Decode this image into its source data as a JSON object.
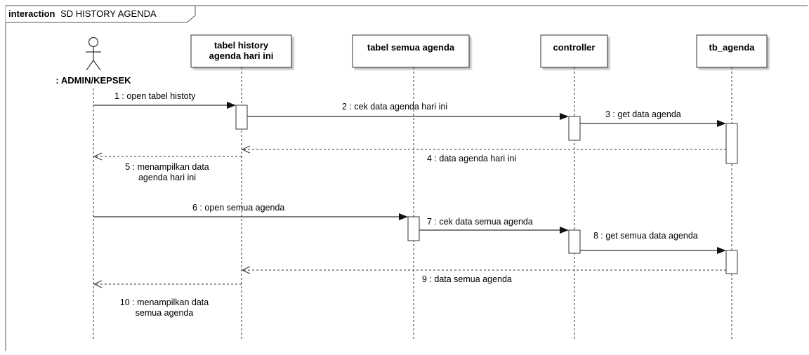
{
  "frame": {
    "keyword": "interaction",
    "name": "SD HISTORY AGENDA"
  },
  "actor": {
    "name": ": ADMIN/KEPSEK"
  },
  "lifelines": [
    {
      "id": "ui_history",
      "label_lines": [
        "tabel history",
        "agenda hari ini"
      ]
    },
    {
      "id": "ui_semua",
      "label_lines": [
        "tabel semua agenda"
      ]
    },
    {
      "id": "controller",
      "label_lines": [
        "controller"
      ]
    },
    {
      "id": "tb_agenda",
      "label_lines": [
        "tb_agenda"
      ]
    }
  ],
  "messages": [
    {
      "num": "1",
      "text_lines": [
        "1 : open tabel histoty"
      ],
      "from": "actor",
      "to": "ui_history",
      "kind": "sync"
    },
    {
      "num": "2",
      "text_lines": [
        "2 : cek data agenda hari ini"
      ],
      "from": "ui_history",
      "to": "controller",
      "kind": "sync"
    },
    {
      "num": "3",
      "text_lines": [
        "3 : get data agenda"
      ],
      "from": "controller",
      "to": "tb_agenda",
      "kind": "sync"
    },
    {
      "num": "4",
      "text_lines": [
        "4 : data agenda hari ini"
      ],
      "from": "tb_agenda",
      "to": "ui_history",
      "kind": "reply"
    },
    {
      "num": "5",
      "text_lines": [
        "5 : menampilkan data",
        "agenda hari ini"
      ],
      "from": "ui_history",
      "to": "actor",
      "kind": "reply"
    },
    {
      "num": "6",
      "text_lines": [
        "6 : open semua agenda"
      ],
      "from": "actor",
      "to": "ui_semua",
      "kind": "sync"
    },
    {
      "num": "7",
      "text_lines": [
        "7 : cek data semua agenda"
      ],
      "from": "ui_semua",
      "to": "controller",
      "kind": "sync"
    },
    {
      "num": "8",
      "text_lines": [
        "8 : get semua data agenda"
      ],
      "from": "controller",
      "to": "tb_agenda",
      "kind": "sync"
    },
    {
      "num": "9",
      "text_lines": [
        "9 : data semua agenda"
      ],
      "from": "tb_agenda",
      "to": "ui_history",
      "kind": "reply"
    },
    {
      "num": "10",
      "text_lines": [
        "10 : menampilkan data",
        "semua agenda"
      ],
      "from": "ui_history",
      "to": "actor",
      "kind": "reply"
    }
  ]
}
